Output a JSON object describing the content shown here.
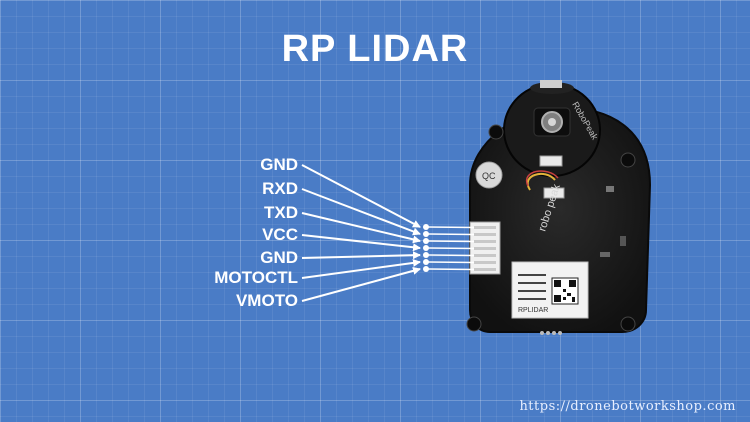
{
  "title": "RP LIDAR",
  "pins": [
    "GND",
    "RXD",
    "TXD",
    "VCC",
    "GND",
    "MOTOCTL",
    "VMOTO"
  ],
  "board": {
    "brand_text": "RoboPeak",
    "qc_text": "QC",
    "logo_text": "robo peak",
    "label_text": "RPLIDAR"
  },
  "website": "https://dronebotworkshop.com"
}
